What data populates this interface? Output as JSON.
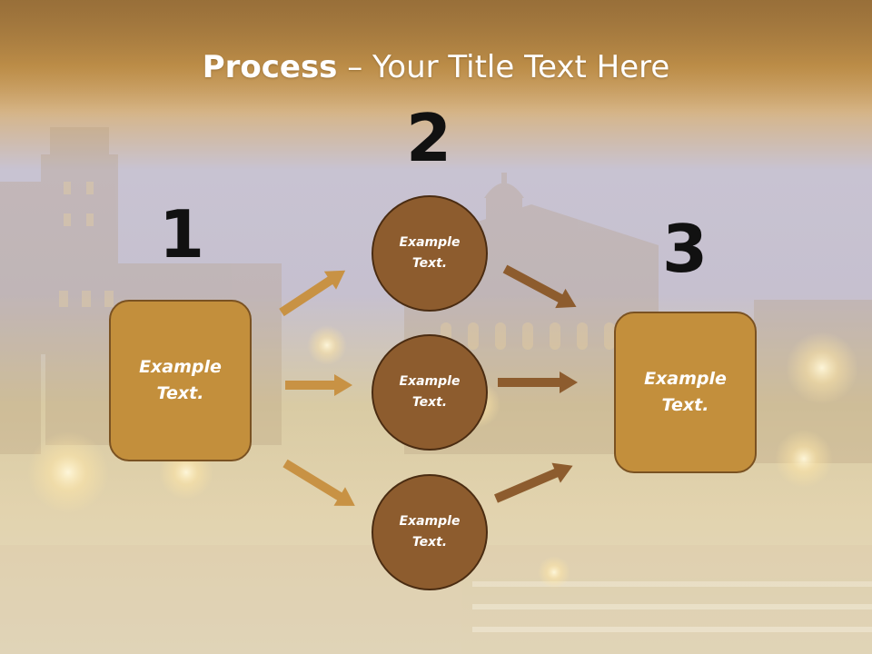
{
  "title": {
    "bold": "Process",
    "rest": " – Your Title Text Here"
  },
  "steps": [
    {
      "number": "1",
      "label": "Example\nText."
    },
    {
      "number": "2",
      "label": "Example\nText."
    },
    {
      "number": "3",
      "label": "Example\nText."
    }
  ],
  "circles": [
    {
      "label": "Example\nText."
    },
    {
      "label": "Example\nText."
    },
    {
      "label": "Example\nText."
    }
  ],
  "colors": {
    "box_fill": "#c38f3c",
    "box_border": "#7a5222",
    "circle_fill": "#8d5c2e",
    "circle_border": "#4a2c12",
    "arrow_left": "#c89244",
    "arrow_right": "#8d5c2e"
  }
}
